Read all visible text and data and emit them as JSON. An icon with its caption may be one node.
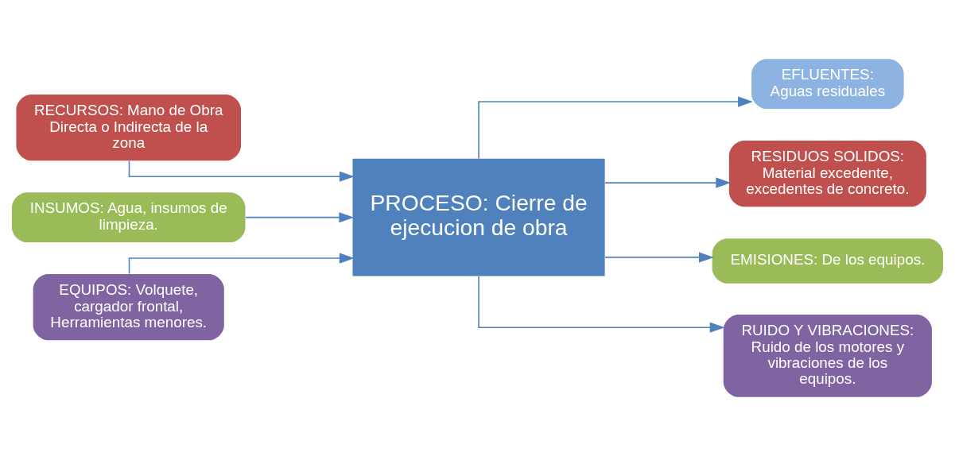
{
  "diagram": {
    "nodes": [
      {
        "text": [
          "RECURSOS: Mano de Obra Directa o Indirecta de la zona"
        ]
      },
      {
        "text": [
          "INSUMOS: Agua, insumos de limpieza."
        ]
      },
      {
        "text": [
          "EQUIPOS: Volquete, cargador frontal, Herramientas menores."
        ]
      },
      {
        "text": [
          "PROCESO: Cierre de ejecucion de obra"
        ]
      },
      {
        "text": [
          "EFLUENTES:",
          "Aguas residuales"
        ]
      },
      {
        "text": [
          "RESIDUOS SOLIDOS:",
          "Material excedente, excedentes de concreto."
        ]
      },
      {
        "text": [
          "EMISIONES: De los equipos."
        ]
      },
      {
        "text": [
          "RUIDO Y VIBRACIONES:",
          "Ruido de los motores y vibraciones de los equipos."
        ]
      }
    ],
    "edges": [
      {
        "from": 0,
        "to": 3,
        "arrow": "to"
      },
      {
        "from": 1,
        "to": 3,
        "arrow": "to"
      },
      {
        "from": 2,
        "to": 3,
        "arrow": "to"
      },
      {
        "from": 3,
        "to": 4,
        "arrow": "to"
      },
      {
        "from": 3,
        "to": 5,
        "arrow": "to"
      },
      {
        "from": 3,
        "to": 6,
        "arrow": "to"
      },
      {
        "from": 3,
        "to": 7,
        "arrow": "to"
      }
    ]
  }
}
